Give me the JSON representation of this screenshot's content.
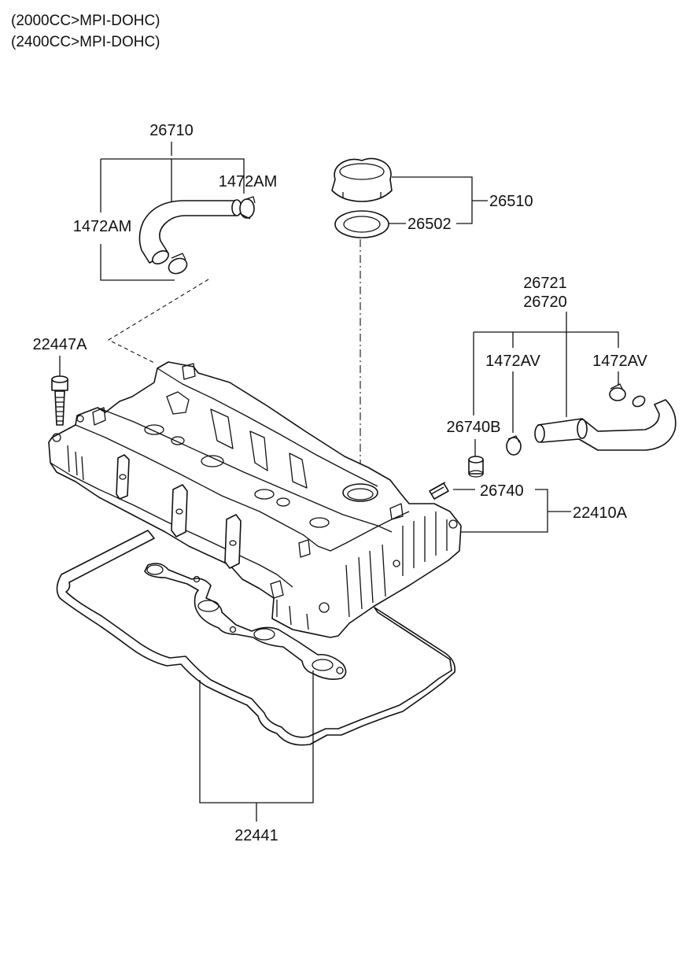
{
  "header": {
    "line1": "(2000CC>MPI-DOHC)",
    "line2": "(2400CC>MPI-DOHC)"
  },
  "labels": {
    "hose_breather": "26710",
    "clamp_upper": "1472AM",
    "clamp_left": "1472AM",
    "bolt": "22447A",
    "cap_assy": "26510",
    "cap_gasket": "26502",
    "pcv_hose_1": "26721",
    "pcv_hose_2": "26720",
    "clamp_av_left": "1472AV",
    "clamp_av_right": "1472AV",
    "grommet": "26740B",
    "pcv_valve": "26740",
    "cover_assy": "22410A",
    "cover_gasket": "22441"
  },
  "icons": {
    "breather_hose": "hose-icon",
    "clamp": "hose-clamp-icon",
    "bolt": "bolt-icon",
    "oil_filler_cap": "oil-cap-icon",
    "gasket": "gasket-icon",
    "pcv_valve": "valve-icon",
    "rocker_cover": "engine-cover-icon"
  }
}
